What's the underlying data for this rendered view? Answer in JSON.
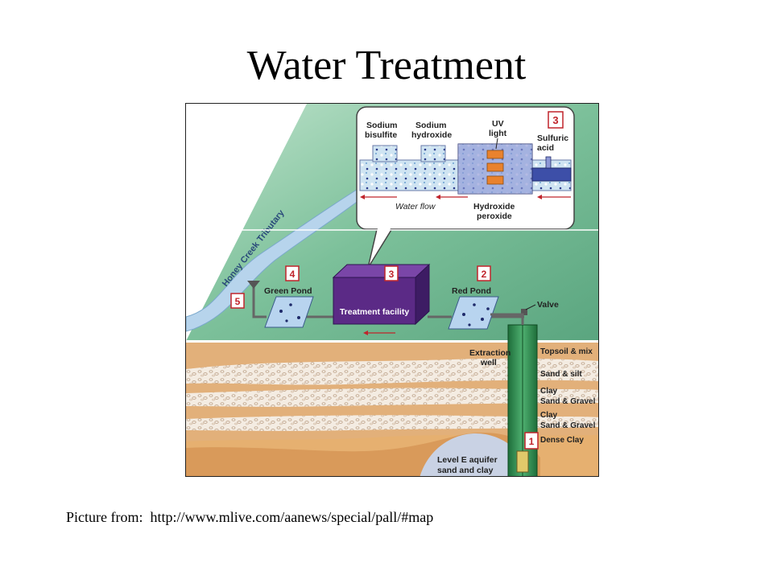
{
  "slide": {
    "title": "Water Treatment",
    "caption": "Picture from:  http://www.mlive.com/aanews/special/pall/#map"
  },
  "diagram": {
    "callout": {
      "chemicals": [
        "Sodium bisulfite",
        "Sodium hydroxide",
        "UV light",
        "Sulfuric acid"
      ],
      "label_sodium_1": "Sodium",
      "label_bisulfite": "bisulfite",
      "label_sodium_2": "Sodium",
      "label_hydroxide": "hydroxide",
      "label_uv": "UV",
      "label_light": "light",
      "label_sulfuric": "Sulfuric",
      "label_acid": "acid",
      "step_badge": "3",
      "water_flow": "Water flow",
      "label_hydroxide_2": "Hydroxide",
      "label_peroxide": "peroxide"
    },
    "surface": {
      "tributary": "Honey Creek Tributary",
      "green_pond": "Green Pond",
      "red_pond": "Red Pond",
      "treatment": "Treatment facility",
      "valve": "Valve",
      "badge_4": "4",
      "badge_5": "5",
      "badge_3": "3",
      "badge_2": "2"
    },
    "underground": {
      "extraction_1": "Extraction",
      "extraction_2": "well",
      "layers": [
        "Topsoil & mix",
        "Sand & silt",
        "Clay",
        "Sand & Gravel",
        "Clay",
        "Sand & Gravel",
        "Dense Clay"
      ],
      "badge_1": "1",
      "aquifer_1": "Level E aquifer",
      "aquifer_2": "sand and clay"
    },
    "colors": {
      "grass": "#7fbf99",
      "water": "#b7d4ec",
      "facility": "#5b2a86",
      "soil": "#e2b07a",
      "gravel": "#f1e7dc",
      "well": "#2f8a4e",
      "badge": "#c0242b"
    }
  }
}
